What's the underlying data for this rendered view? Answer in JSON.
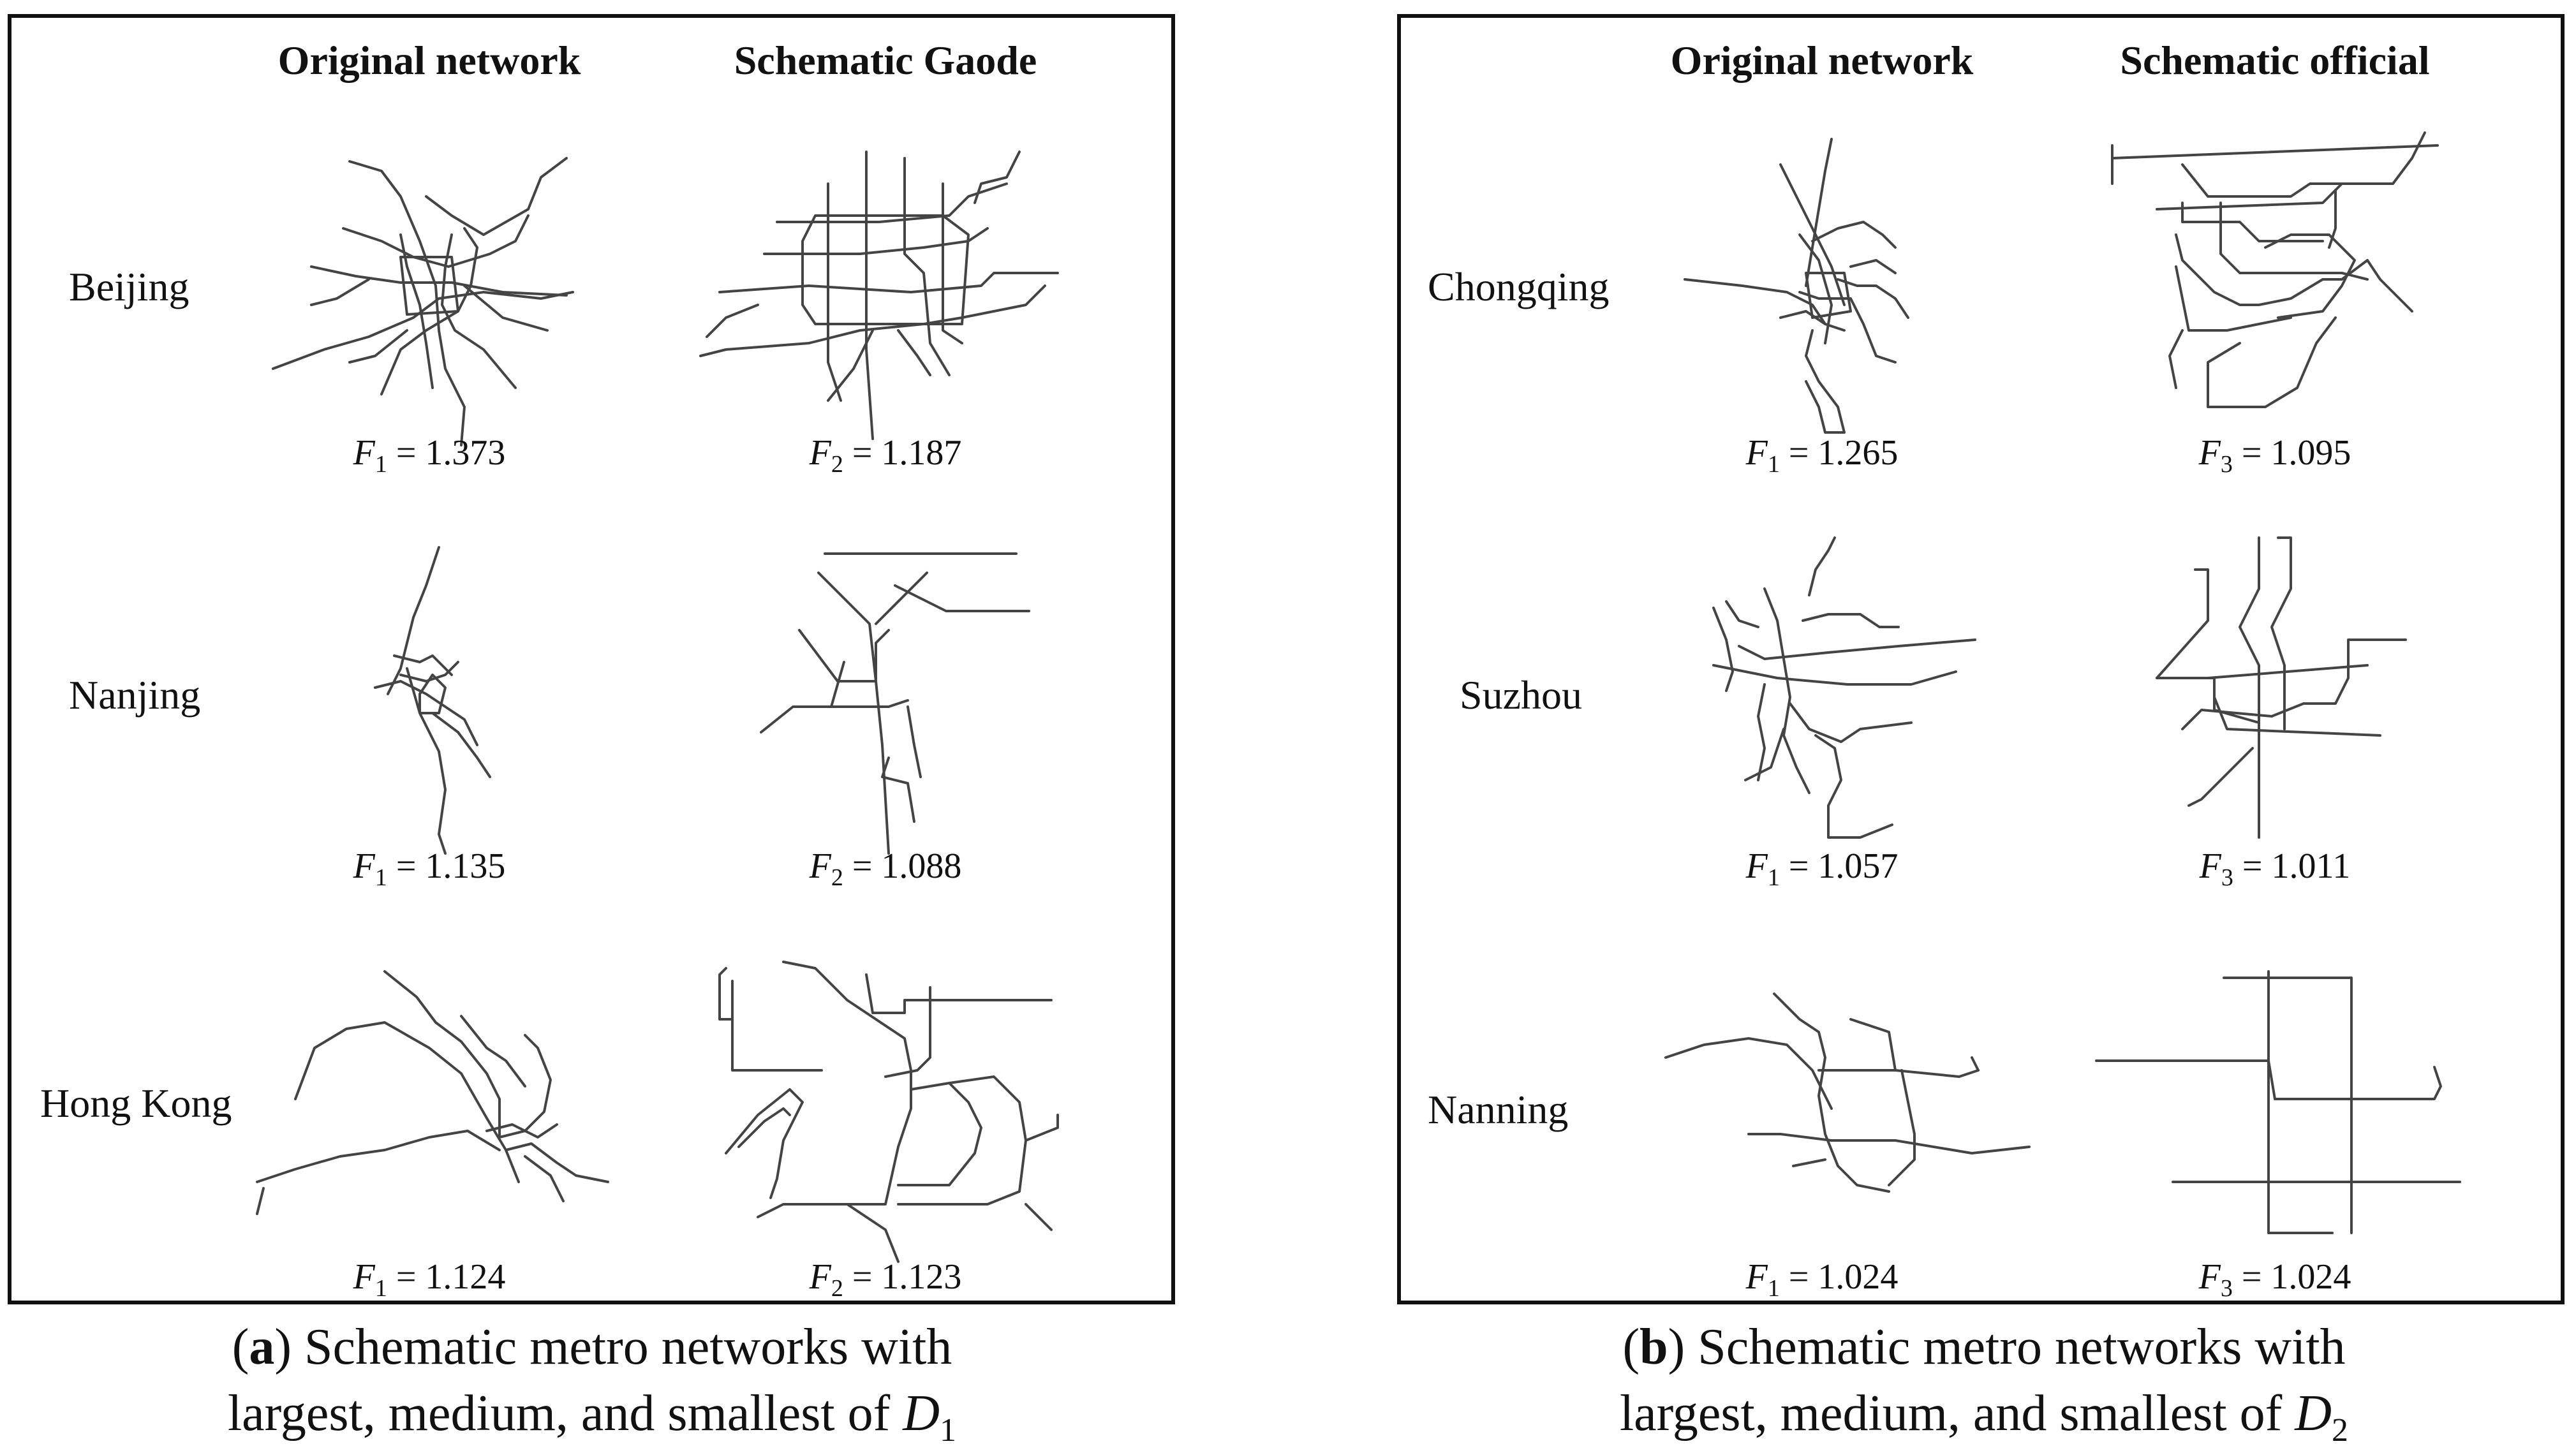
{
  "panels": [
    {
      "id": "a",
      "col1": "Original network",
      "col2": "Schematic Gaode",
      "rows": [
        {
          "city": "Beijing",
          "f_left": "1.373",
          "f_right_sym": "F",
          "f_right_sub": "2",
          "f_right": "1.187"
        },
        {
          "city": "Nanjing",
          "f_left": "1.135",
          "f_right_sym": "F",
          "f_right_sub": "2",
          "f_right": "1.088"
        },
        {
          "city": "Hong Kong",
          "f_left": "1.124",
          "f_right_sym": "F",
          "f_right_sub": "2",
          "f_right": "1.123"
        }
      ],
      "caption_letter": "a",
      "caption_line1": " Schematic metro networks with",
      "caption_line2": "largest, medium, and smallest of ",
      "caption_var": "D",
      "caption_sub": "1"
    },
    {
      "id": "b",
      "col1": "Original network",
      "col2": "Schematic official",
      "rows": [
        {
          "city": "Chongqing",
          "f_left": "1.265",
          "f_right_sym": "F",
          "f_right_sub": "3",
          "f_right": "1.095"
        },
        {
          "city": "Suzhou",
          "f_left": "1.057",
          "f_right_sym": "F",
          "f_right_sub": "3",
          "f_right": "1.011"
        },
        {
          "city": "Nanning",
          "f_left": "1.024",
          "f_right_sym": "F",
          "f_right_sub": "3",
          "f_right": "1.024"
        }
      ],
      "caption_letter": "b",
      "caption_line1": " Schematic metro networks with",
      "caption_line2": "largest, medium, and smallest of ",
      "caption_var": "D",
      "caption_sub": "2"
    }
  ],
  "f_left_sym": "F",
  "f_left_sub": "1",
  "equals": " = "
}
